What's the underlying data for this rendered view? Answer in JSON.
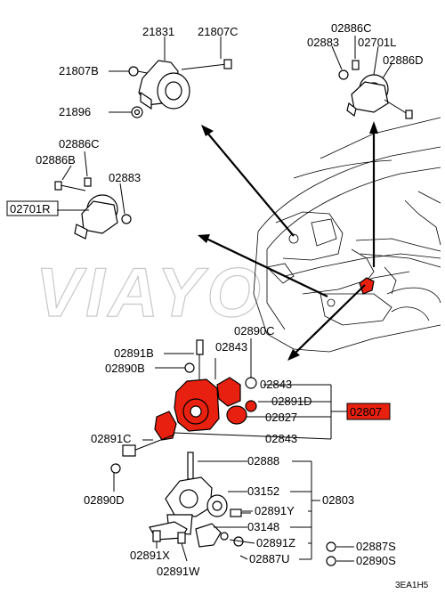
{
  "labels": {
    "p21831": "21831",
    "p21807C": "21807C",
    "p21807B": "21807B",
    "p21896": "21896",
    "p02886C_a": "02886C",
    "p02883_a": "02883",
    "p02701L": "02701L",
    "p02886D": "02886D",
    "p02886C_b": "02886C",
    "p02886B": "02886B",
    "p02883_b": "02883",
    "p02701R": "02701R",
    "p02890C": "02890C",
    "p02891B": "02891B",
    "p02843_a": "02843",
    "p02890B": "02890B",
    "p02843_b": "02843",
    "p02891D": "02891D",
    "p02827": "02827",
    "p02807": "02807",
    "p02891C": "02891C",
    "p02843_c": "02843",
    "p02888": "02888",
    "p02890D": "02890D",
    "p03152": "03152",
    "p02803": "02803",
    "p02891Y": "02891Y",
    "p03148": "03148",
    "p02887S": "02887S",
    "p02891Z": "02891Z",
    "p02891X": "02891X",
    "p02887U": "02887U",
    "p02890S": "02890S",
    "p02891W": "02891W",
    "code": "3EA1H5"
  },
  "watermark": "VIAYO",
  "colors": {
    "highlight": "#e8200f",
    "line": "#000000",
    "watermark": "#c8c8c8"
  }
}
